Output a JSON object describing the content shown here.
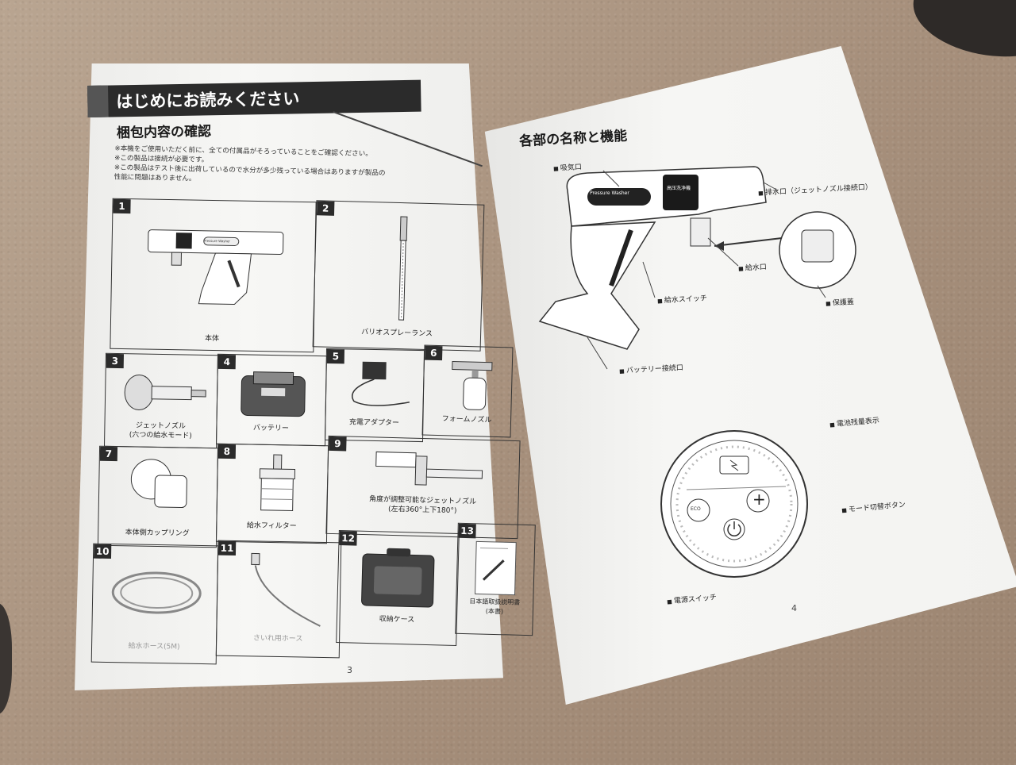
{
  "left_page": {
    "banner": "はじめにお読みください",
    "heading": "梱包内容の確認",
    "notes": [
      "※本機をご使用いただく前に、全ての付属品がそろっていることをご確認ください。",
      "※この製品は接続が必要です。",
      "※この製品はテスト後に出荷しているので水分が多少残っている場合はありますが製品の",
      "性能に問題はありません。"
    ],
    "items": [
      {
        "num": "1",
        "label": "本体"
      },
      {
        "num": "2",
        "label": "バリオスプレーランス"
      },
      {
        "num": "3",
        "label": "ジェットノズル\n(六つの給水モード)"
      },
      {
        "num": "4",
        "label": "バッテリー"
      },
      {
        "num": "5",
        "label": "充電アダプター"
      },
      {
        "num": "6",
        "label": "フォームノズル"
      },
      {
        "num": "7",
        "label": "本体側カップリング"
      },
      {
        "num": "8",
        "label": "給水フィルター"
      },
      {
        "num": "9",
        "label": "角度が調整可能なジェットノズル\n(左右360°上下180°)"
      },
      {
        "num": "10",
        "label": "給水ホース(5M)"
      },
      {
        "num": "11",
        "label": "さいれ用ホース"
      },
      {
        "num": "12",
        "label": "収納ケース"
      },
      {
        "num": "13",
        "label": "日本語取扱説明書\n(本書)"
      }
    ],
    "device_text": {
      "panel": "高压洗净機",
      "brand": "Pressure Washer"
    },
    "page_number": "3"
  },
  "right_page": {
    "heading": "各部の名称と機能",
    "parts_labels": {
      "intake": "吸気口",
      "outlet": "排水口（ジェットノズル接続口）",
      "inlet": "給水口",
      "switch": "給水スイッチ",
      "cap": "保護蓋",
      "battery_port": "バッテリー接続口"
    },
    "device_text": {
      "brand": "Pressure Washer",
      "panel": "高压洗净機"
    },
    "panel_labels": {
      "battery_display": "電池残量表示",
      "mode_button": "モード切替ボタン",
      "power_switch": "電源スイッチ"
    },
    "panel_text": {
      "mode": "ECO",
      "plus": "+"
    },
    "page_number": "4"
  }
}
